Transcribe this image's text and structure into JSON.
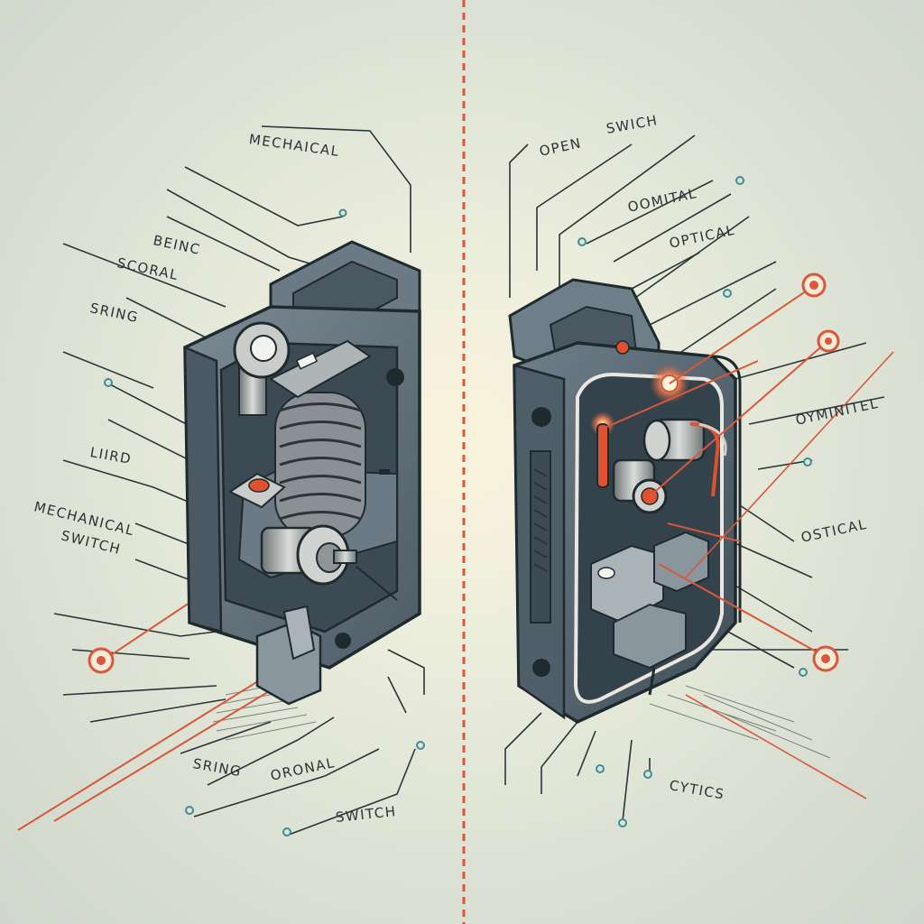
{
  "labels": {
    "left_top": "MECHAICAL",
    "left_beinc": "BEINC",
    "left_scoral": "SCORAL",
    "left_sring": "SRING",
    "left_lird": "LIIRD",
    "left_mech1": "MECHANICAL",
    "left_mech2": "SWITCH",
    "left_bottom_spring": "SRING",
    "left_bottom_orional": "ORONAL",
    "left_bottom_switch": "SWITCH",
    "right_open": "OPEN",
    "right_swich": "SWICH",
    "right_oomital": "OOMITAL",
    "right_optical": "OPTICAL",
    "right_oyminitel": "OYMINITEL",
    "right_ostical": "OSTICAL",
    "right_cytics": "CYTICS"
  },
  "colors": {
    "background": "#dfe4d8",
    "divider": "#d9583a",
    "line": "#2b3538",
    "laser": "#d9583a",
    "accent_dot": "#3f8f92",
    "housing": "#5f6f7a",
    "metal": "#9aa3a6"
  },
  "icons": [
    "mechanical-switch-illustration",
    "optical-switch-illustration"
  ]
}
